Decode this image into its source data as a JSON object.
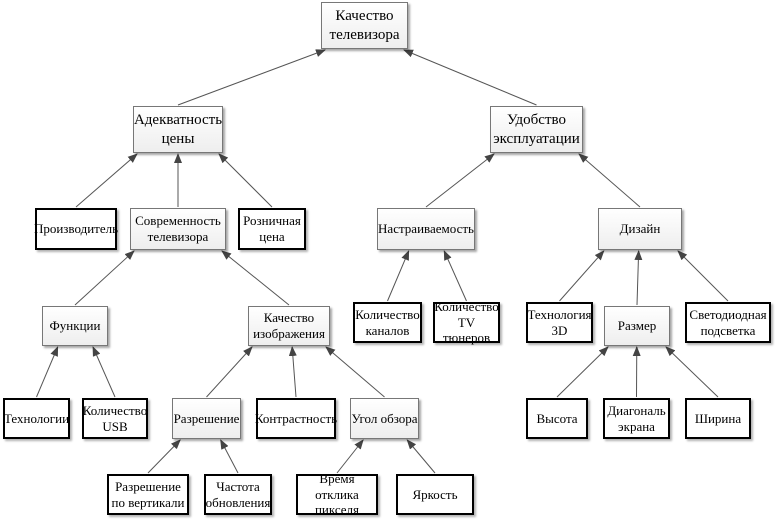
{
  "diagram": {
    "nodes": {
      "root": "Качество\nтелевизора",
      "price": "Адекватность\nцены",
      "usability": "Удобство\nэксплуатации",
      "manufacturer": "Производитель",
      "modernity": "Современность\nтелевизора",
      "retail_price": "Розничная\nцена",
      "customizability": "Настраиваемость",
      "design": "Дизайн",
      "functions": "Функции",
      "image_quality": "Качество\nизображения",
      "channels": "Количество\nканалов",
      "tv_tuners": "Количество\nTV тюнеров",
      "tech_3d": "Технология\n3D",
      "size": "Размер",
      "led_backlight": "Светодиодная\nподсветка",
      "technologies": "Технологии",
      "usb_count": "Количество\nUSB",
      "resolution": "Разрешение",
      "contrast": "Контрастность",
      "viewing_angle": "Угол обзора",
      "height": "Высота",
      "diagonal": "Диагональ\nэкрана",
      "width": "Ширина",
      "vertical_resolution": "Разрешение\nпо вертикали",
      "refresh_rate": "Частота\nобновления",
      "response_time": "Время отклика\nпикселя",
      "brightness": "Яркость"
    },
    "edges": [
      [
        "price",
        "root"
      ],
      [
        "usability",
        "root"
      ],
      [
        "manufacturer",
        "price"
      ],
      [
        "modernity",
        "price"
      ],
      [
        "retail_price",
        "price"
      ],
      [
        "customizability",
        "usability"
      ],
      [
        "design",
        "usability"
      ],
      [
        "functions",
        "modernity"
      ],
      [
        "image_quality",
        "modernity"
      ],
      [
        "channels",
        "customizability"
      ],
      [
        "tv_tuners",
        "customizability"
      ],
      [
        "tech_3d",
        "design"
      ],
      [
        "size",
        "design"
      ],
      [
        "led_backlight",
        "design"
      ],
      [
        "technologies",
        "functions"
      ],
      [
        "usb_count",
        "functions"
      ],
      [
        "resolution",
        "image_quality"
      ],
      [
        "contrast",
        "image_quality"
      ],
      [
        "viewing_angle",
        "image_quality"
      ],
      [
        "height",
        "size"
      ],
      [
        "diagonal",
        "size"
      ],
      [
        "width",
        "size"
      ],
      [
        "vertical_resolution",
        "resolution"
      ],
      [
        "refresh_rate",
        "resolution"
      ],
      [
        "response_time",
        "viewing_angle"
      ],
      [
        "brightness",
        "viewing_angle"
      ]
    ]
  }
}
